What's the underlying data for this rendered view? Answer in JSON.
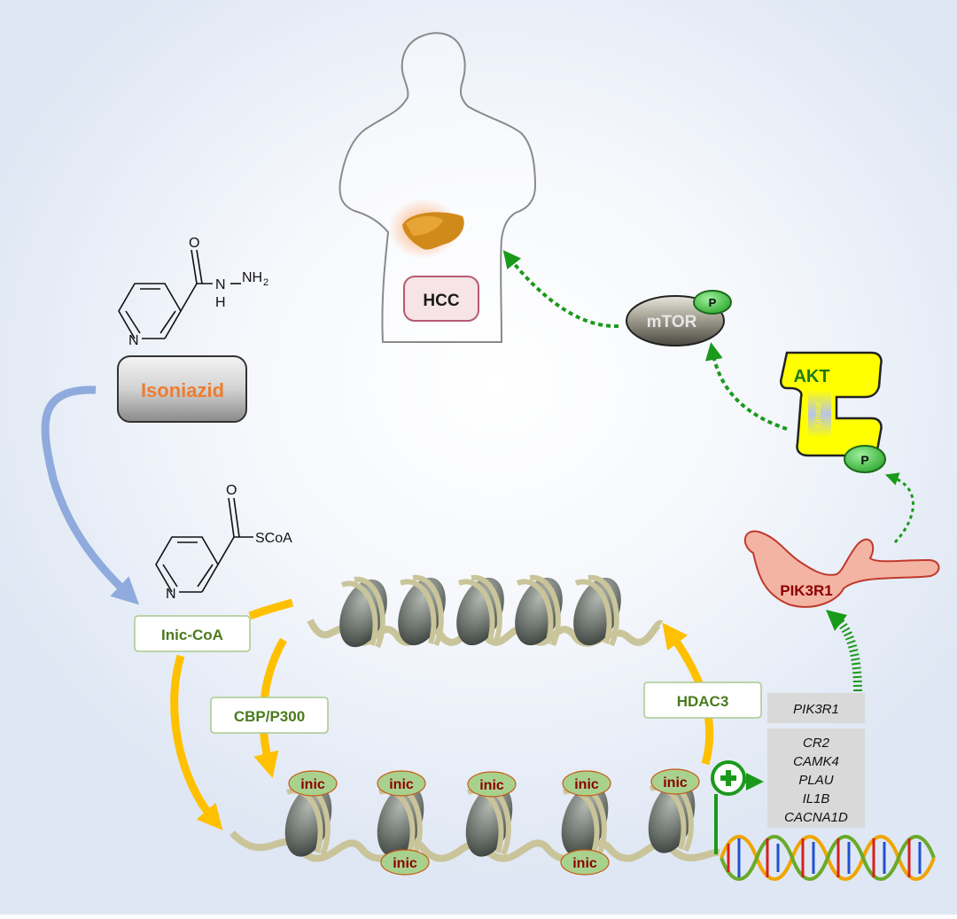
{
  "drug": {
    "name": "Isoniazid",
    "atoms": {
      "carbonyl_o": "O",
      "amine_n": "N",
      "amine_h": "H",
      "nh2": "NH",
      "nh2_sub": "2",
      "ring_n": "N"
    }
  },
  "metabolite": {
    "atoms": {
      "carbonyl_o": "O",
      "scoa": "SCoA",
      "ring_n": "N"
    },
    "label": "Inic-CoA"
  },
  "enzymes": {
    "writer": "CBP/P300",
    "eraser": "HDAC3"
  },
  "histone_mark": "inic",
  "disease": "HCC",
  "proteins": {
    "pik3r1": "PIK3R1",
    "akt": "AKT",
    "akt_domain": "Kinase",
    "mtor": "mTOR",
    "phospho": "P"
  },
  "genes": {
    "top": "PIK3R1",
    "list": [
      "CR2",
      "CAMK4",
      "PLAU",
      "IL1B",
      "CACNA1D"
    ]
  },
  "colors": {
    "yellow_arrow": "#ffc000",
    "blue_arrow": "#8faadc",
    "green_dotted": "#1a9a1a",
    "drug_text": "#ed7d31",
    "enzyme_text": "#4a7a1e",
    "mark_fill": "#a9d18e",
    "mark_text": "#8b0000",
    "chromatin": "#c9c49a",
    "akt_yellow": "#ffff00",
    "pik3r1_fill": "#f4b4a4"
  }
}
